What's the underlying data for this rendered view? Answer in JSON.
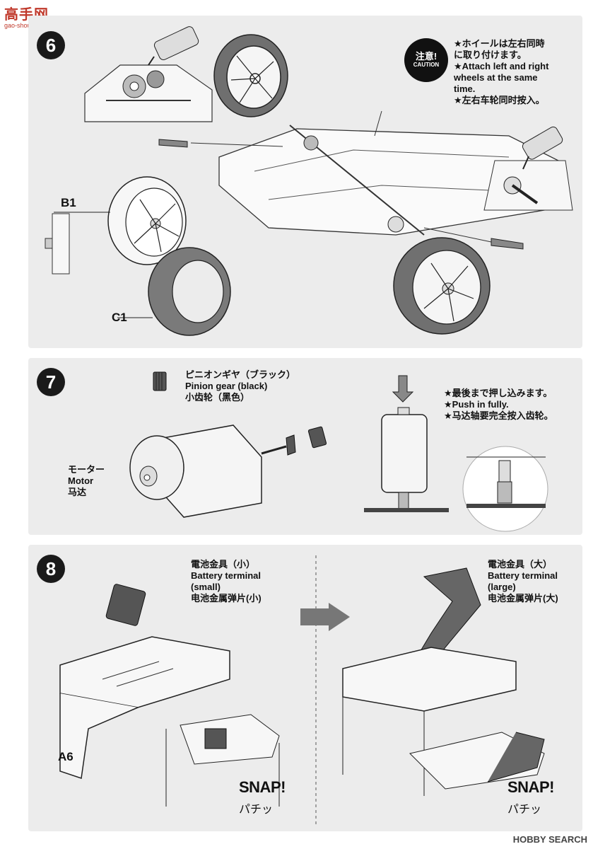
{
  "site_logo": {
    "text": "高手网",
    "sub": "gao-shou.com"
  },
  "step6": {
    "number": "6",
    "caution_title": "注意!",
    "caution_sub": "CAUTION",
    "notes": [
      "★ホイールは左右同時",
      "に取り付けます。",
      "★Attach left and right",
      "wheels at the same",
      "time.",
      "★左右车轮同时按入。"
    ],
    "part_wheel": "B1",
    "part_tire": "C1"
  },
  "step7": {
    "number": "7",
    "pinion_labels": [
      "ピニオンギヤ（ブラック）",
      "Pinion gear (black)",
      "小齿轮（黑色）"
    ],
    "motor_labels": [
      "モーター",
      "Motor",
      "马达"
    ],
    "notes": [
      "★最後まで押し込みます。",
      "★Push in fully.",
      "★马达轴要完全按入齿轮。"
    ]
  },
  "step8": {
    "number": "8",
    "small_terminal_labels": [
      "電池金具（小）",
      "Battery terminal",
      "(small)",
      "电池金属弹片(小)"
    ],
    "large_terminal_labels": [
      "電池金具（大）",
      "Battery terminal",
      "(large)",
      "电池金属弹片(大)"
    ],
    "part_a6": "A6",
    "snap_left": "SNAP!",
    "snap_left_sub": "パチッ",
    "snap_right": "SNAP!",
    "snap_right_sub": "パチッ"
  },
  "watermark": "HOBBY SEARCH"
}
